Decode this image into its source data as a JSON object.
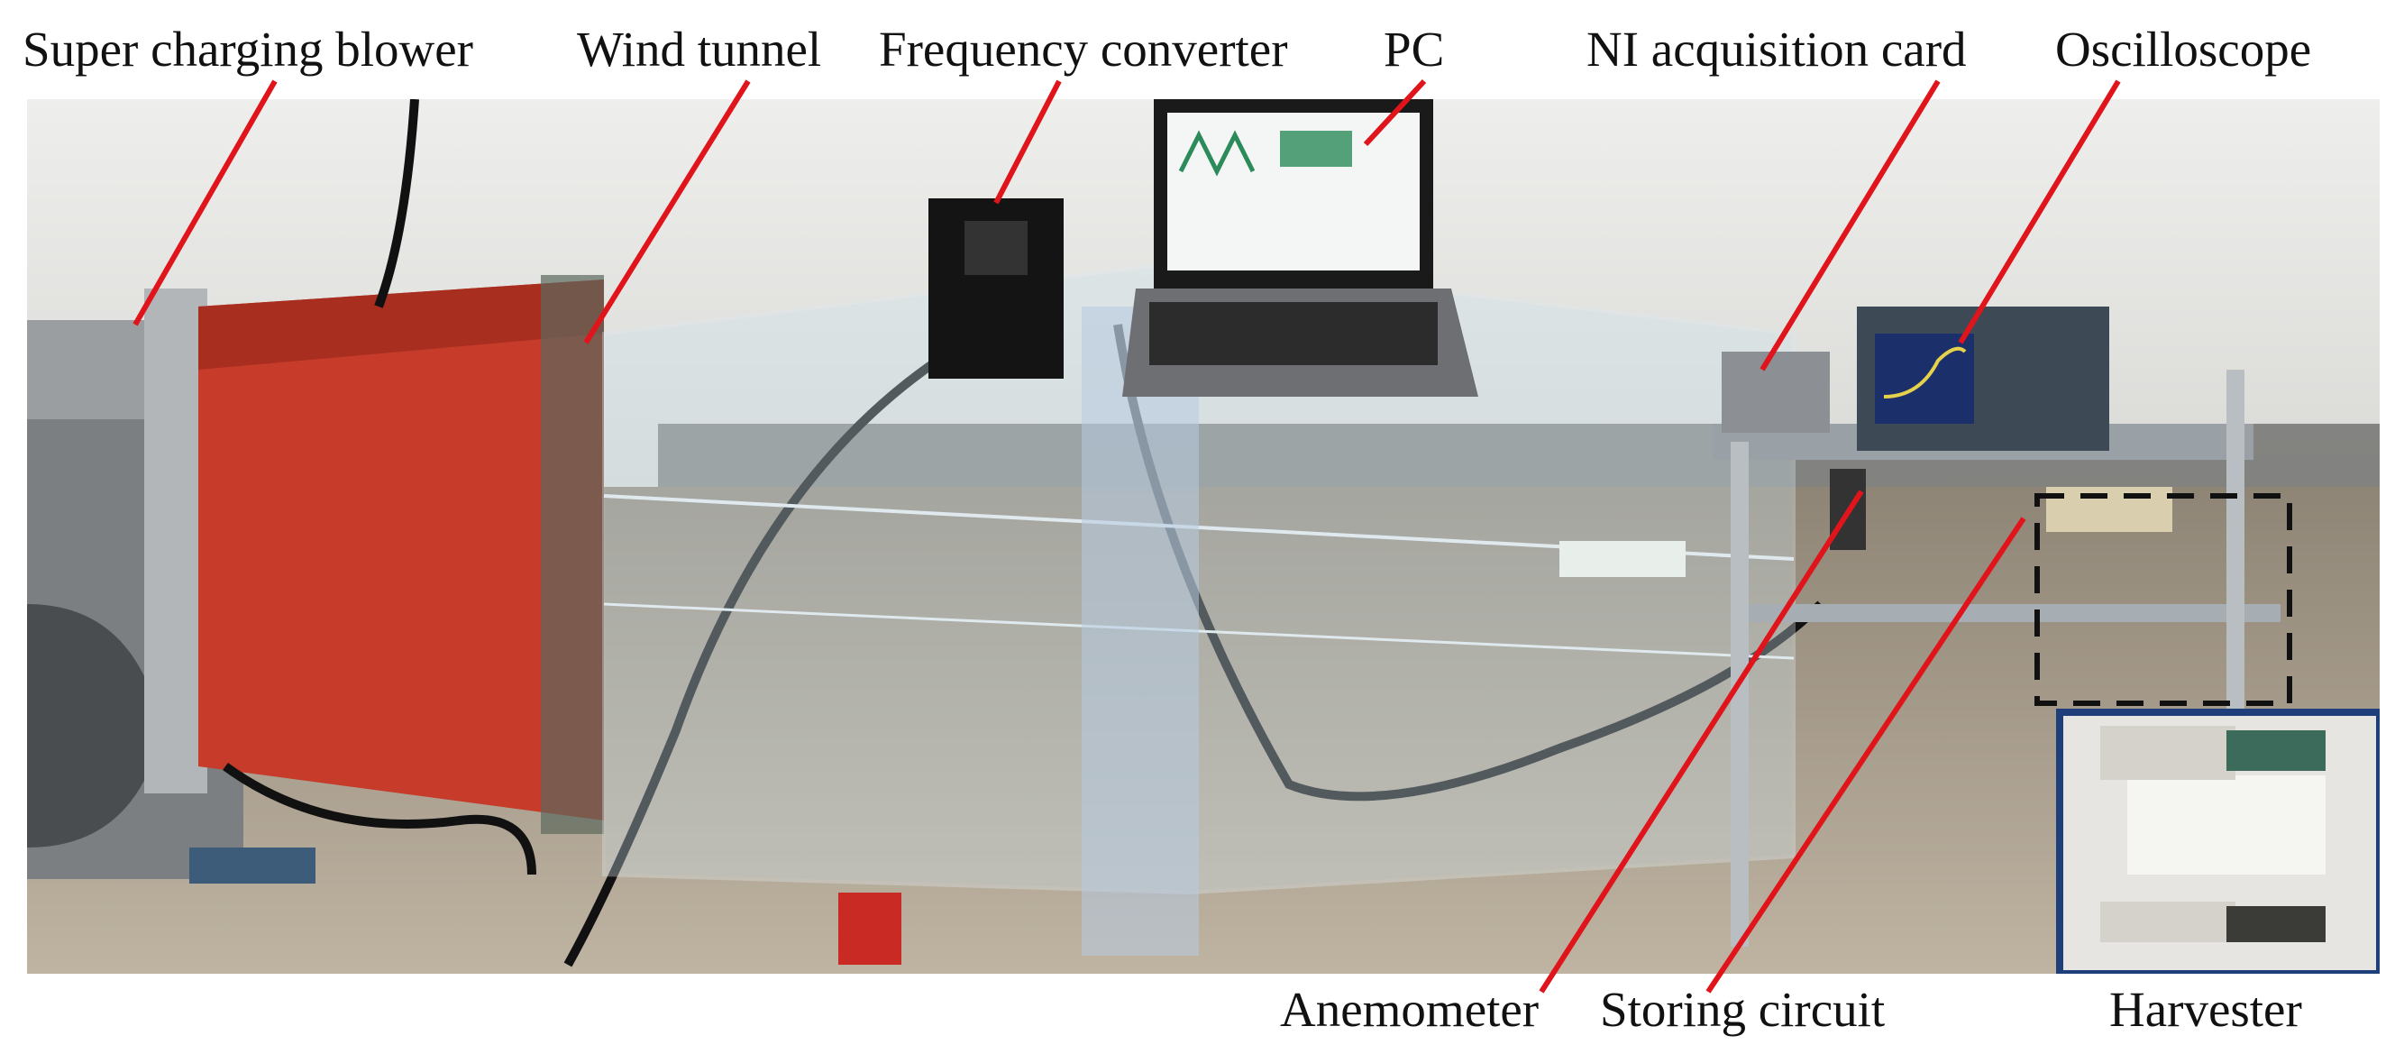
{
  "figure": {
    "labels": {
      "blower": "Super charging blower",
      "wind_tunnel": "Wind tunnel",
      "freq_converter": "Frequency converter",
      "pc": "PC",
      "ni_card": "NI acquisition card",
      "oscilloscope": "Oscilloscope",
      "anemometer": "Anemometer",
      "storing_circuit": "Storing circuit",
      "harvester": "Harvester"
    }
  },
  "colors": {
    "leader_line": "#e0141b",
    "wall": "#e7e7e5",
    "floor": "#a79c8b",
    "duct": "#c63b2a",
    "inset_border": "#1f3f7a",
    "acrylic": "#cfe3ec"
  }
}
